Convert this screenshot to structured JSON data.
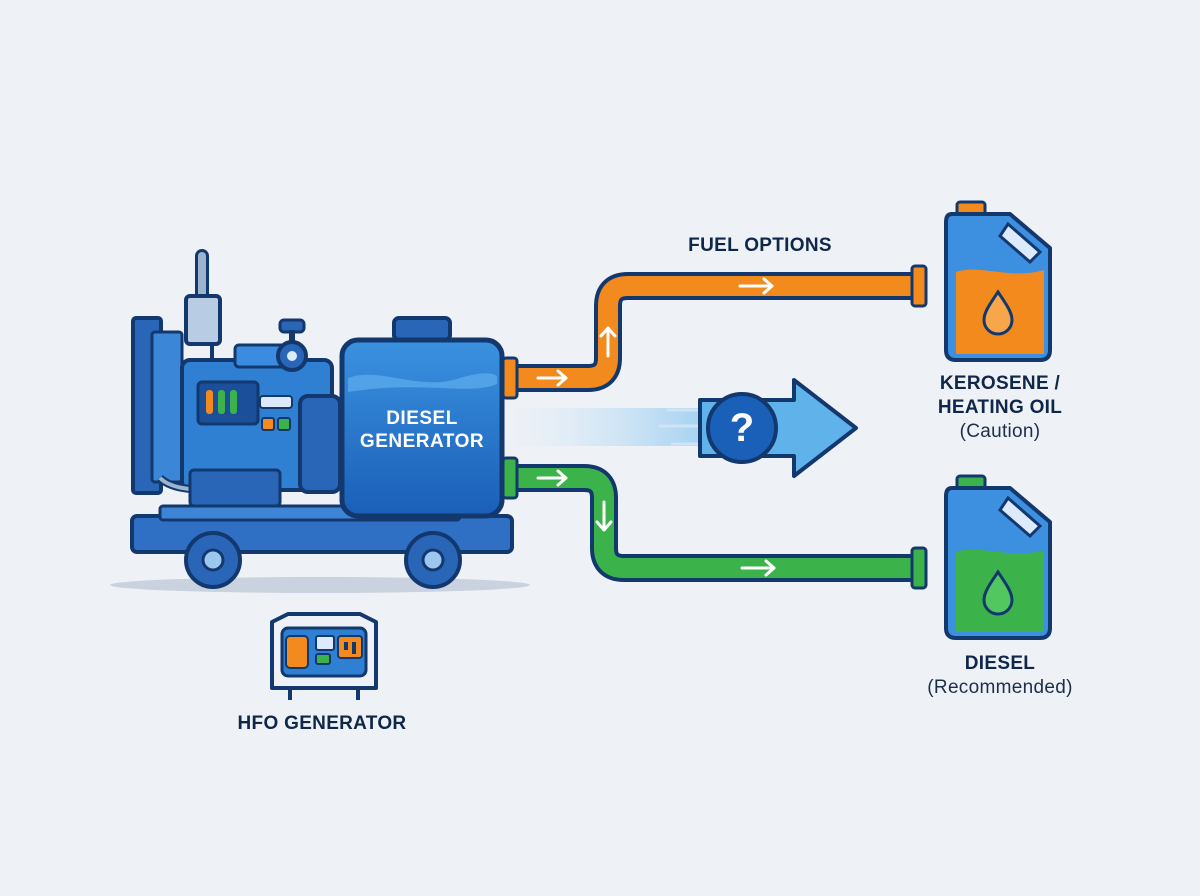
{
  "generator": {
    "line1": "DIESEL",
    "line2": "GENERATOR"
  },
  "fuel_options_title": "FUEL OPTIONS",
  "question_mark": "?",
  "kerosene": {
    "line1": "KEROSENE /",
    "line2": "HEATING OIL",
    "note": "(Caution)"
  },
  "diesel": {
    "name": "DIESEL",
    "note": "(Recommended)"
  },
  "hfo_generator": "HFO GENERATOR",
  "colors": {
    "primary_blue": "#1f6fc8",
    "dark_outline": "#13386e",
    "orange_pipe": "#f28a1e",
    "green_pipe": "#3bb34a",
    "background": "#eef1f6"
  }
}
